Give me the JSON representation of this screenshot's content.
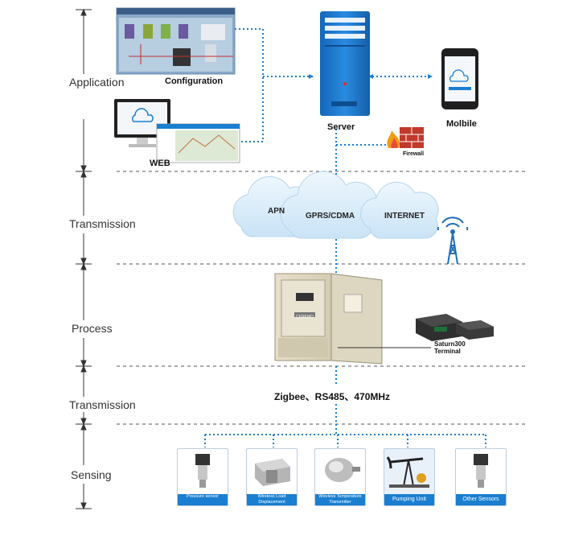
{
  "layers": {
    "application": "Application",
    "transmission_top": "Transmission",
    "process": "Process",
    "transmission_bottom": "Transmission",
    "sensing": "Sensing"
  },
  "application": {
    "configuration": "Configuration",
    "web": "WEB",
    "server": "Server",
    "mobile": "Molbile",
    "firewall": "Firewall"
  },
  "network": {
    "clouds": [
      "APN",
      "GPRS/CDMA",
      "INTERNET"
    ]
  },
  "process": {
    "terminal_line1": "Saturn300",
    "terminal_line2": "Terminal",
    "cabinet_text": "CEREMO"
  },
  "protocols": "Zigbee、RS485、470MHz",
  "sensors": [
    {
      "label": "Pressure sensor"
    },
    {
      "label": "Wireless Load Displacement Transmitter"
    },
    {
      "label": "Wireless Temperature Transmitter"
    },
    {
      "label": "Pumping Unit"
    },
    {
      "label": "Other Sensors"
    }
  ],
  "colors": {
    "link": "#1a7fd0",
    "cloud": "#dbeefa",
    "tower": "#1f6fb8",
    "sensor_caption": "#1a7fd0"
  }
}
